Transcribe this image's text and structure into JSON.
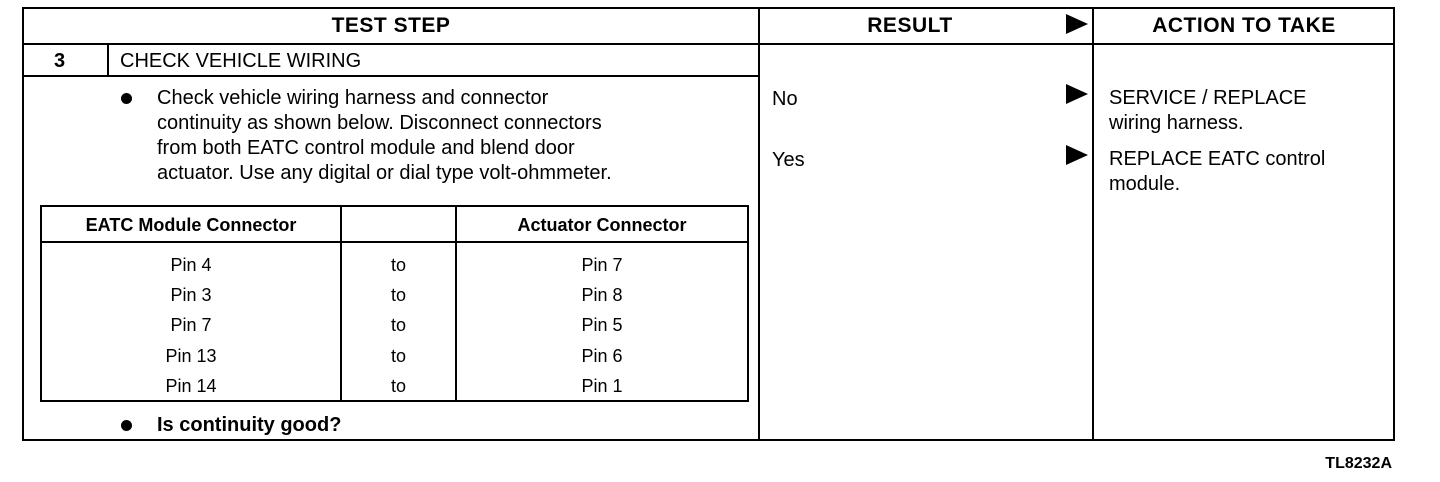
{
  "headers": {
    "test_step": "TEST STEP",
    "result": "RESULT",
    "action": "ACTION TO TAKE"
  },
  "step": {
    "number": "3",
    "title": "CHECK VEHICLE WIRING",
    "instruction_lines": [
      "Check vehicle wiring harness and connector",
      "continuity as shown below. Disconnect connectors",
      "from both EATC control module and blend door",
      "actuator. Use any digital or dial type volt-ohmmeter."
    ],
    "question": "Is continuity good?"
  },
  "wiring_table": {
    "headers": [
      "EATC Module Connector",
      "",
      "Actuator Connector"
    ],
    "rows": [
      [
        "Pin 4",
        "to",
        "Pin 7"
      ],
      [
        "Pin 3",
        "to",
        "Pin 8"
      ],
      [
        "Pin 7",
        "to",
        "Pin 5"
      ],
      [
        "Pin 13",
        "to",
        "Pin 6"
      ],
      [
        "Pin 14",
        "to",
        "Pin 1"
      ]
    ]
  },
  "results": [
    {
      "result": "No",
      "action_lines": [
        "SERVICE / REPLACE",
        "wiring harness."
      ]
    },
    {
      "result": "Yes",
      "action_lines": [
        "REPLACE EATC control",
        "module."
      ]
    }
  ],
  "figure_id": "TL8232A"
}
